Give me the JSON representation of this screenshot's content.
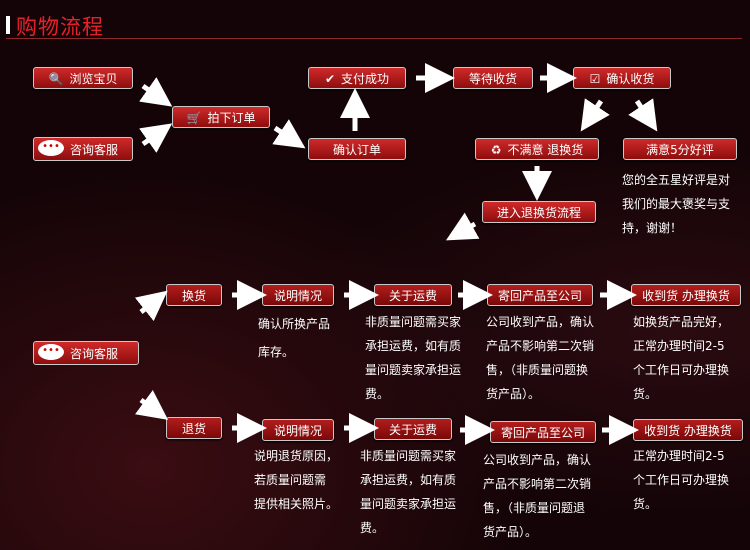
{
  "title": "购物流程",
  "flow1": {
    "browse": "浏览宝贝",
    "consult": "咨询客服",
    "place_order": "拍下订单",
    "confirm_order": "确认订单",
    "pay_success": "支付成功",
    "wait_ship": "等待收货",
    "confirm_receipt": "确认收货",
    "unsatisfied": "不满意  退换货",
    "satisfied": "满意5分好评",
    "enter_return": "进入退换货流程",
    "praise_text": [
      "您的全五星好评是对",
      "我们的最大褒奖与支",
      "持，谢谢！"
    ]
  },
  "exchange": {
    "consult": "咨询客服",
    "exchange": "换货",
    "explain": "说明情况",
    "shipping": "关于运费",
    "send_back": "寄回产品至公司",
    "process": "收到货  办理换货",
    "explain_text": [
      "确认所换产品",
      "库存。"
    ],
    "shipping_text": [
      "非质量问题需买家",
      "承担运费，如有质",
      "量问题卖家承担运",
      "费。"
    ],
    "send_back_text": [
      "公司收到产品，确认",
      "产品不影响第二次销",
      "售，（非质量问题换",
      "货产品）。"
    ],
    "process_text": [
      "如换货产品完好，",
      "正常办理时间2-5",
      "个工作日可办理换",
      "货。"
    ]
  },
  "refund": {
    "refund": "退货",
    "explain": "说明情况",
    "shipping": "关于运费",
    "send_back": "寄回产品至公司",
    "process": "收到货  办理换货",
    "explain_text": [
      "说明退货原因，",
      "若质量问题需",
      "提供相关照片。"
    ],
    "shipping_text": [
      "非质量问题需买家",
      "承担运费，如有质",
      "量问题卖家承担运",
      "费。"
    ],
    "send_back_text": [
      "公司收到产品，确认",
      "产品不影响第二次销",
      "售，（非质量问题退",
      "货产品）。"
    ],
    "process_text": [
      "正常办理时间2-5",
      "个工作日可办理换",
      "货。"
    ]
  }
}
